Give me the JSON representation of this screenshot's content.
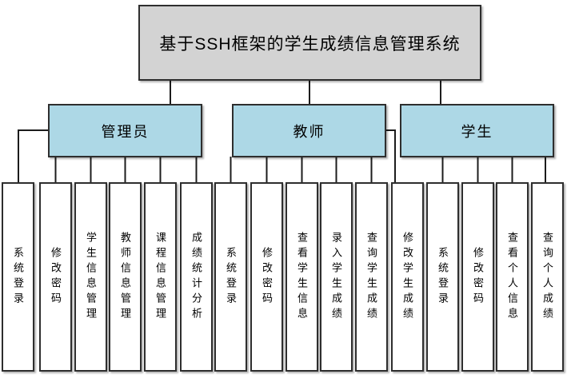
{
  "title": "基于SSH框架的学生成绩信息管理系统",
  "branches": [
    {
      "label": "管理员"
    },
    {
      "label": "教师"
    },
    {
      "label": "学生"
    }
  ],
  "leaves": [
    {
      "label": "系统登录",
      "group": "管理员"
    },
    {
      "label": "修改密码",
      "group": "管理员"
    },
    {
      "label": "学生信息管理",
      "group": "管理员"
    },
    {
      "label": "教师信息管理",
      "group": "管理员"
    },
    {
      "label": "课程信息管理",
      "group": "管理员"
    },
    {
      "label": "成绩统计分析",
      "group": "管理员"
    },
    {
      "label": "系统登录",
      "group": "教师"
    },
    {
      "label": "修改密码",
      "group": "教师"
    },
    {
      "label": "查看学生信息",
      "group": "教师"
    },
    {
      "label": "录入学生成绩",
      "group": "教师"
    },
    {
      "label": "查询学生成绩",
      "group": "教师"
    },
    {
      "label": "修改学生成绩",
      "group": "教师"
    },
    {
      "label": "系统登录",
      "group": "学生"
    },
    {
      "label": "修改密码",
      "group": "学生"
    },
    {
      "label": "查看个人信息",
      "group": "学生"
    },
    {
      "label": "查询个人成绩",
      "group": "学生"
    }
  ],
  "colors": {
    "root_fill": "#d3d3d3",
    "branch_fill": "#add8e6",
    "leaf_fill": "#ffffff",
    "border": "#2e2e2e",
    "line": "#1c1c1c"
  }
}
